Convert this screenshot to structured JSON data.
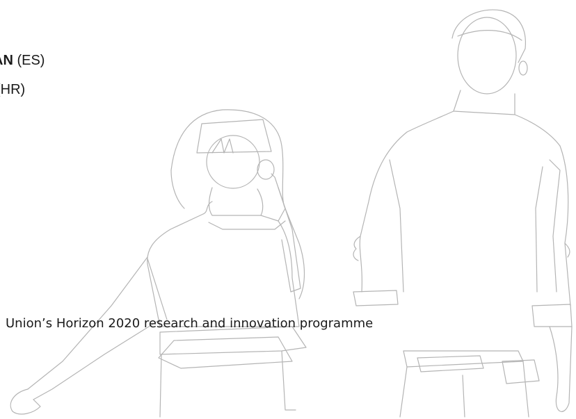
{
  "partners": [
    {
      "name_part": "AN",
      "country": "(ES)"
    },
    {
      "name_part": "",
      "country": "(HR)"
    }
  ],
  "funding_text": "Union’s Horizon 2020 research and innovation programme",
  "colors": {
    "text": "#1a1a1a",
    "line_art": "#b4b4b4",
    "background": "#ffffff"
  },
  "illustration": {
    "left_figure": "sitting-person-line-art",
    "right_figure": "standing-person-line-art"
  }
}
